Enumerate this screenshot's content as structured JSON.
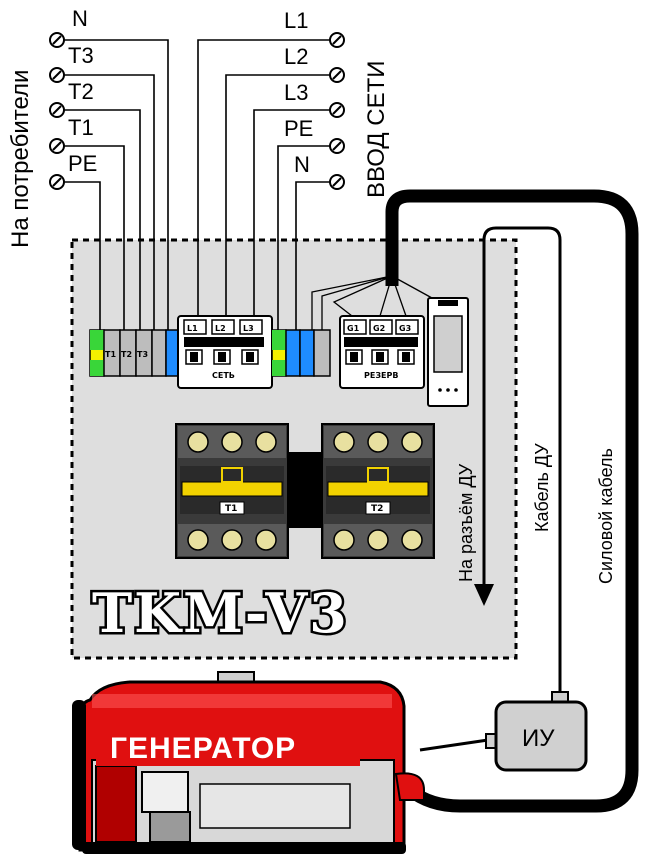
{
  "consumers_side_label": "На потребители",
  "mains_side_label": "ВВОД СЕТИ",
  "left_terminals": [
    "N",
    "T3",
    "T2",
    "T1",
    "PE"
  ],
  "right_terminals": [
    "L1",
    "L2",
    "L3",
    "PE",
    "N"
  ],
  "din_rail": {
    "left_blocks": [
      "T1",
      "T2",
      "T3"
    ],
    "mains_block": {
      "poles": [
        "L1",
        "L2",
        "L3"
      ],
      "caption": "СЕТЬ"
    },
    "reserve_block": {
      "poles": [
        "G1",
        "G2",
        "G3"
      ],
      "caption": "РЕЗЕРВ"
    }
  },
  "contactors": [
    {
      "label": "T1"
    },
    {
      "label": "T2"
    }
  ],
  "product_name": "TKM-V3",
  "remote_arrow_label": "На разъём ДУ",
  "remote_cable_label": "Кабель ДУ",
  "power_cable_label": "Силовой кабель",
  "interface_unit_label": "ИУ",
  "generator_label": "ГЕНЕРАТОР",
  "colors": {
    "panel_bg": "#dedede",
    "generator_red": "#e01010",
    "pe_green": "#39d639",
    "pe_yellow": "#f4f000",
    "n_blue": "#1e8cff",
    "contactor_yellow": "#f2d200"
  }
}
